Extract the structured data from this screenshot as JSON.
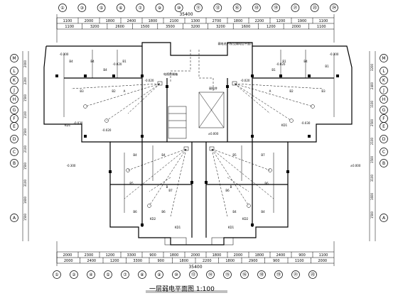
{
  "drawing_title": "一层弱电平面图 1:100",
  "top_axes": [
    "①",
    "③",
    "⑤",
    "⑥",
    "⑦",
    "⑨",
    "⑩",
    "⑪",
    "⑬",
    "⑯",
    "⑱",
    "⑲",
    "㉑",
    "㉓",
    "㉔"
  ],
  "bottom_axes": [
    "①",
    "②",
    "④",
    "⑤",
    "⑦",
    "⑧",
    "⑨",
    "⑩",
    "⑬",
    "⑭",
    "⑮",
    "⑯",
    "⑱",
    "⑲",
    "㉑",
    "㉓"
  ],
  "left_axes": [
    "M",
    "L",
    "K",
    "J",
    "H",
    "G",
    "F",
    "E",
    "D",
    "C",
    "B",
    "A"
  ],
  "right_axes": [
    "M",
    "L",
    "K",
    "J",
    "H",
    "G",
    "F",
    "E",
    "D",
    "C",
    "B",
    "A"
  ],
  "top_dims_row1": [
    "1100",
    "2000",
    "1800",
    "2400",
    "1800",
    "2100",
    "1300",
    "2700",
    "1800",
    "2200",
    "1200",
    "1900",
    "1100"
  ],
  "top_dims_row2": [
    "1100",
    "3200",
    "2600",
    "1500",
    "3500",
    "3200",
    "3200",
    "1600",
    "1200",
    "2000",
    "1100"
  ],
  "top_total": "35400",
  "bottom_dims_row1": [
    "2000",
    "2300",
    "1200",
    "3300",
    "900",
    "1800",
    "2000",
    "1800",
    "2000",
    "1800",
    "2400",
    "900",
    "1100"
  ],
  "bottom_dims_row2": [
    "2000",
    "2400",
    "1200",
    "3300",
    "900",
    "1800",
    "2200",
    "1800",
    "2900",
    "900",
    "1100",
    "2000"
  ],
  "bottom_total": "35400",
  "left_dims": [
    "2000",
    "2200",
    "1500",
    "1100",
    "2500",
    "2100",
    "1500",
    "3100",
    "1600",
    "1500"
  ],
  "right_dims": [
    "3200",
    "2400",
    "1100",
    "2500",
    "2100",
    "1500",
    "3100",
    "1600",
    "1500"
  ],
  "elev_labels": [
    "-0.300",
    "-0.020",
    "-0.020",
    "-0.020",
    "-0.030",
    "-0.030",
    "-0.020",
    "-0.020",
    "-0.300",
    "-0.300",
    "±0.000",
    "±0.000"
  ],
  "room_labels": [
    "B4",
    "B4",
    "B1",
    "B4",
    "B3",
    "B2",
    "B1",
    "B1",
    "B2",
    "B3",
    "B4",
    "B1",
    "B4",
    "B4",
    "B7",
    "B5",
    "B6",
    "B6",
    "B5",
    "B7",
    "B6",
    "B6",
    "B4",
    "B4"
  ],
  "tag_labels": [
    "A",
    "A",
    "B",
    "B",
    "KD1",
    "KD1",
    "KD1",
    "KD1",
    "KD2",
    "KD2"
  ],
  "note_labels": [
    "弱电进户线(见弱电总平面)",
    "电视前端箱",
    "弱电井"
  ]
}
